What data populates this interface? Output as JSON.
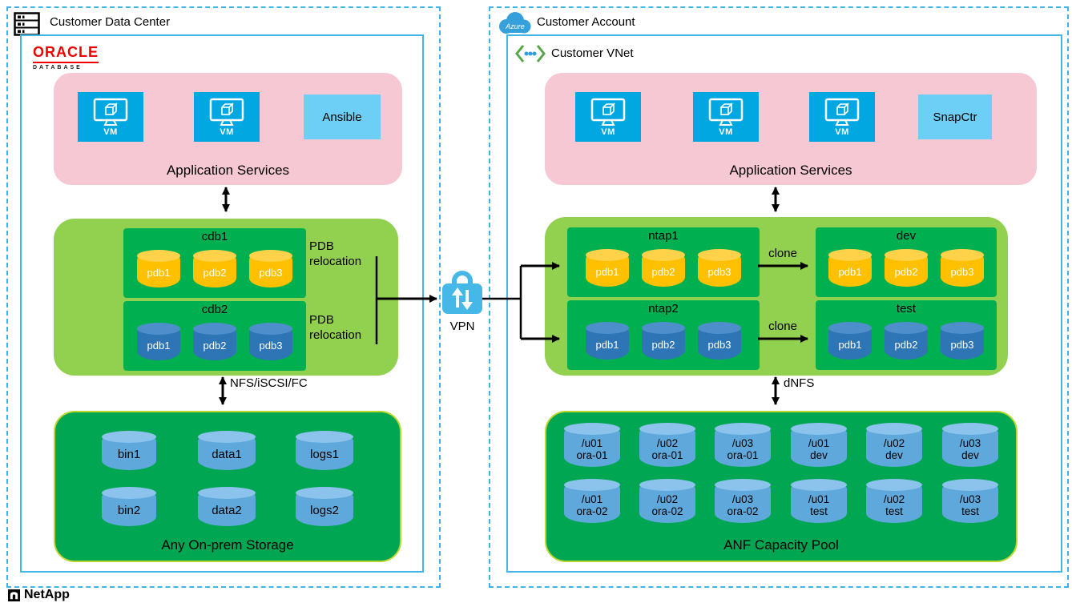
{
  "colors": {
    "border_blue": "#41b6e6",
    "pink_box": "#f5c8d3",
    "vm_cyan": "#00a7e0",
    "tool_light_blue": "#6dcff6",
    "light_green": "#92d050",
    "db_dark_green": "#00b050",
    "storage_green": "#00a651",
    "storage_border": "#bdd62e",
    "yellow_cylinder": "#ffc000",
    "blue_cylinder": "#2e75b6",
    "light_blue_cylinder": "#5fa8dc",
    "oracle_red": "#f00000",
    "azure_cloud_blue": "#35a0da"
  },
  "left": {
    "title": "Customer Data Center",
    "oracle_logo": {
      "name": "ORACLE",
      "sub": "DATABASE"
    },
    "app_services": {
      "label": "Application Services",
      "vm_label": "VM",
      "tool": "Ansible"
    },
    "databases": {
      "cdb1": {
        "label": "cdb1",
        "pdbs": [
          "pdb1",
          "pdb2",
          "pdb3"
        ]
      },
      "cdb2": {
        "label": "cdb2",
        "pdbs": [
          "pdb1",
          "pdb2",
          "pdb3"
        ]
      },
      "relocation_top": "PDB\nrelocation",
      "relocation_bottom": "PDB\nrelocation"
    },
    "protocol": "NFS/iSCSI/FC",
    "storage": {
      "label": "Any On-prem Storage",
      "row1": [
        "bin1",
        "data1",
        "logs1"
      ],
      "row2": [
        "bin2",
        "data2",
        "logs2"
      ]
    }
  },
  "middle": {
    "vpn": "VPN"
  },
  "right": {
    "title": "Customer Account",
    "cloud_label": "Azure",
    "vnet": {
      "title": "Customer VNet"
    },
    "app_services": {
      "label": "Application Services",
      "vm_label": "VM",
      "tool": "SnapCtr"
    },
    "databases": {
      "ntap1": {
        "label": "ntap1",
        "pdbs": [
          "pdb1",
          "pdb2",
          "pdb3"
        ]
      },
      "dev": {
        "label": "dev",
        "pdbs": [
          "pdb1",
          "pdb2",
          "pdb3"
        ]
      },
      "ntap2": {
        "label": "ntap2",
        "pdbs": [
          "pdb1",
          "pdb2",
          "pdb3"
        ]
      },
      "test": {
        "label": "test",
        "pdbs": [
          "pdb1",
          "pdb2",
          "pdb3"
        ]
      },
      "clone_top": "clone",
      "clone_bottom": "clone"
    },
    "protocol": "dNFS",
    "anf": {
      "label": "ANF Capacity Pool",
      "row1": [
        "/u01\nora-01",
        "/u02\nora-01",
        "/u03\nora-01",
        "/u01\ndev",
        "/u02\ndev",
        "/u03\ndev"
      ],
      "row2": [
        "/u01\nora-02",
        "/u02\nora-02",
        "/u03\nora-02",
        "/u01\ntest",
        "/u02\ntest",
        "/u03\ntest"
      ]
    }
  },
  "footer": {
    "brand": "NetApp"
  }
}
